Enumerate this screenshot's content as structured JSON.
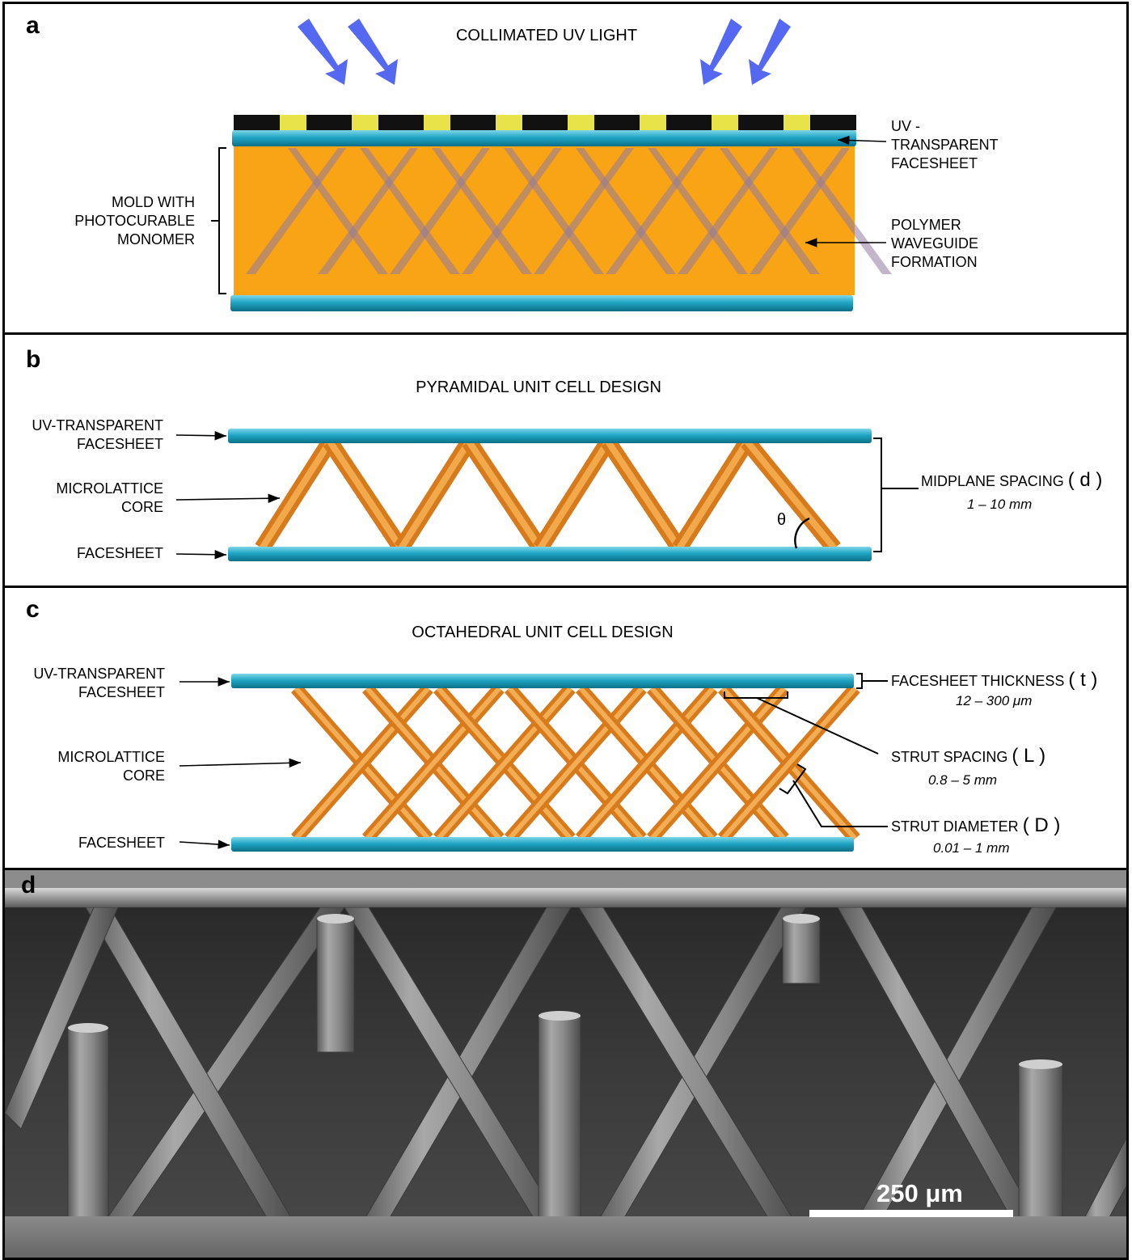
{
  "colors": {
    "facesheet": "#1fa6c4",
    "mold": "#f8a414",
    "strut": "#f39a2c",
    "uv_arrow": "#5568f2",
    "mask_dark": "#111111",
    "mask_window": "#e9e34a"
  },
  "panel_a": {
    "label": "a",
    "title": "COLLIMATED UV LIGHT",
    "mold_label": [
      "MOLD WITH",
      "PHOTOCURABLE",
      "MONOMER"
    ],
    "uv_facesheet_label": [
      "UV -",
      "TRANSPARENT",
      "FACESHEET"
    ],
    "waveguide_label": [
      "POLYMER",
      "WAVEGUIDE",
      "FORMATION"
    ]
  },
  "panel_b": {
    "label": "b",
    "title": "PYRAMIDAL UNIT CELL DESIGN",
    "uv_facesheet_label": [
      "UV-TRANSPARENT",
      "FACESHEET"
    ],
    "core_label": [
      "MICROLATTICE",
      "CORE"
    ],
    "facesheet_label": "FACESHEET",
    "spacing_label": "MIDPLANE SPACING",
    "spacing_symbol": "( d )",
    "spacing_range": "1 – 10 mm",
    "angle_symbol": "θ"
  },
  "panel_c": {
    "label": "c",
    "title": "OCTAHEDRAL UNIT CELL DESIGN",
    "uv_facesheet_label": [
      "UV-TRANSPARENT",
      "FACESHEET"
    ],
    "core_label": [
      "MICROLATTICE",
      "CORE"
    ],
    "facesheet_label": "FACESHEET",
    "thickness_label": "FACESHEET THICKNESS",
    "thickness_symbol": "( t )",
    "thickness_range": "12 – 300 μm",
    "strut_spacing_label": "STRUT SPACING",
    "strut_spacing_symbol": "( L )",
    "strut_spacing_range": "0.8 – 5 mm",
    "strut_diameter_label": "STRUT DIAMETER",
    "strut_diameter_symbol": "( D )",
    "strut_diameter_range": "0.01 – 1 mm"
  },
  "panel_d": {
    "label": "d",
    "scale_bar": "250 μm"
  }
}
